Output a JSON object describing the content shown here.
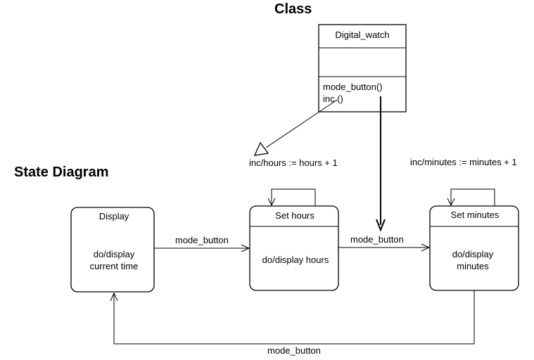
{
  "headings": {
    "class": "Class",
    "state_diagram": "State Diagram"
  },
  "class_box": {
    "name": "Digital_watch",
    "operations": [
      "mode_button()",
      "inc ()"
    ]
  },
  "states": [
    {
      "name": "Display",
      "activity_lines": [
        "do/display",
        "current time"
      ]
    },
    {
      "name": "Set hours",
      "activity_lines": [
        "do/display hours"
      ]
    },
    {
      "name": "Set minutes",
      "activity_lines": [
        "do/display",
        "minutes"
      ]
    }
  ],
  "transitions": {
    "display_to_hours": "mode_button",
    "hours_to_minutes": "mode_button",
    "minutes_to_display": "mode_button",
    "hours_self": "inc/hours := hours + 1",
    "minutes_self": "inc/minutes := minutes + 1"
  }
}
